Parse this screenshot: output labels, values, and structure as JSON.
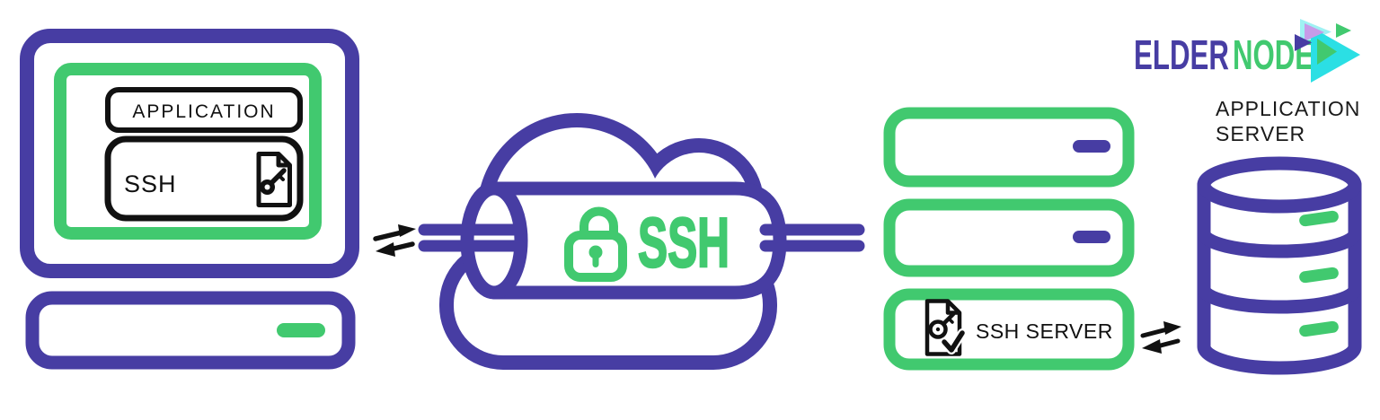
{
  "logo": {
    "brand_part1": "ELDER",
    "brand_part2": "NODE"
  },
  "client_computer": {
    "application_label": "APPLICATION",
    "ssh_label": "SSH"
  },
  "ssh_tunnel": {
    "label": "SSH"
  },
  "server_rack": {
    "ssh_server_label": "SSH SERVER"
  },
  "application_server": {
    "label_line1": "APPLICATION",
    "label_line2": "SERVER"
  },
  "icons": {
    "client_key_file": "document-with-key-icon",
    "tunnel_lock": "padlock-icon",
    "server_key_file": "document-with-key-check-icon",
    "logo_mark": "play-triangles-icon"
  },
  "colors": {
    "purple": "#473DA3",
    "green": "#41C96F",
    "cyan": "#2BDFE4",
    "lavender": "#C79BE8",
    "ink": "#111111",
    "label": "#1A1A1A",
    "bg": "#FFFFFF"
  }
}
